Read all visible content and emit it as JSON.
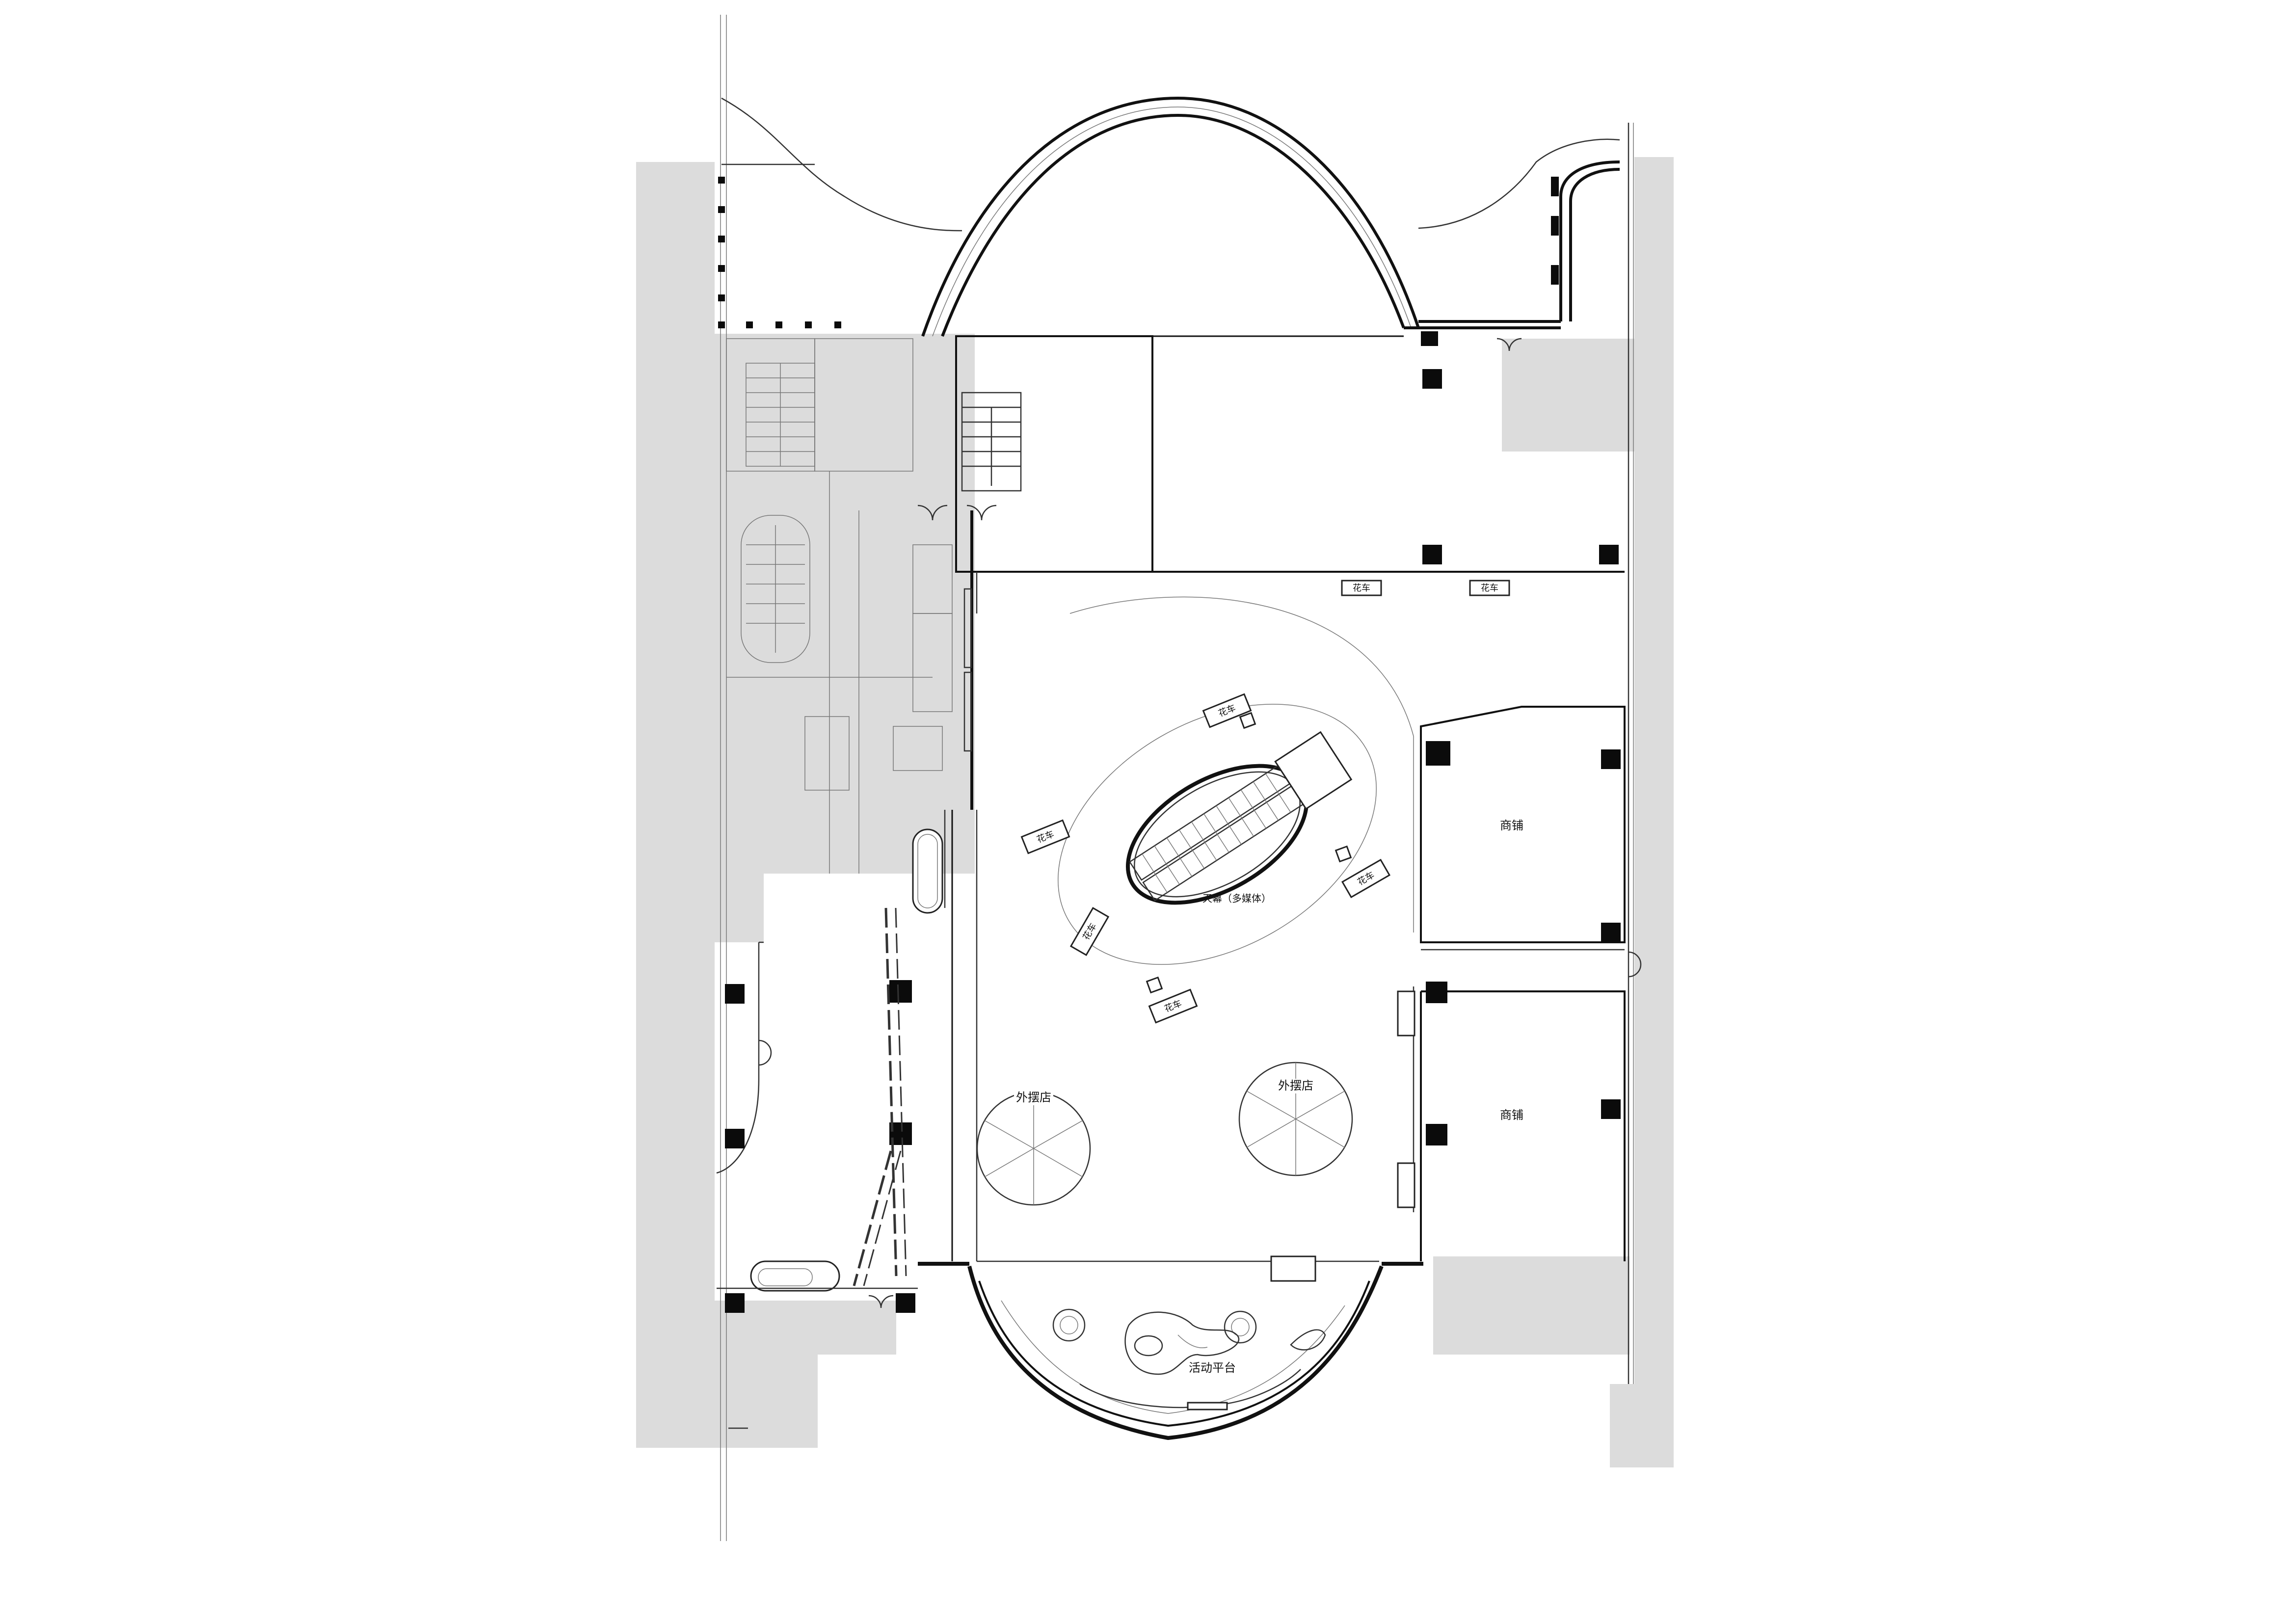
{
  "labels": {
    "flower_cart": "花车",
    "retail": "商铺",
    "outdoor_store": "外摆店",
    "atrium": "天幕（多媒体）",
    "event_platform": "活动平台"
  },
  "colors": {
    "shade": "#dcdcdc",
    "line": "#111111",
    "background": "#ffffff"
  }
}
